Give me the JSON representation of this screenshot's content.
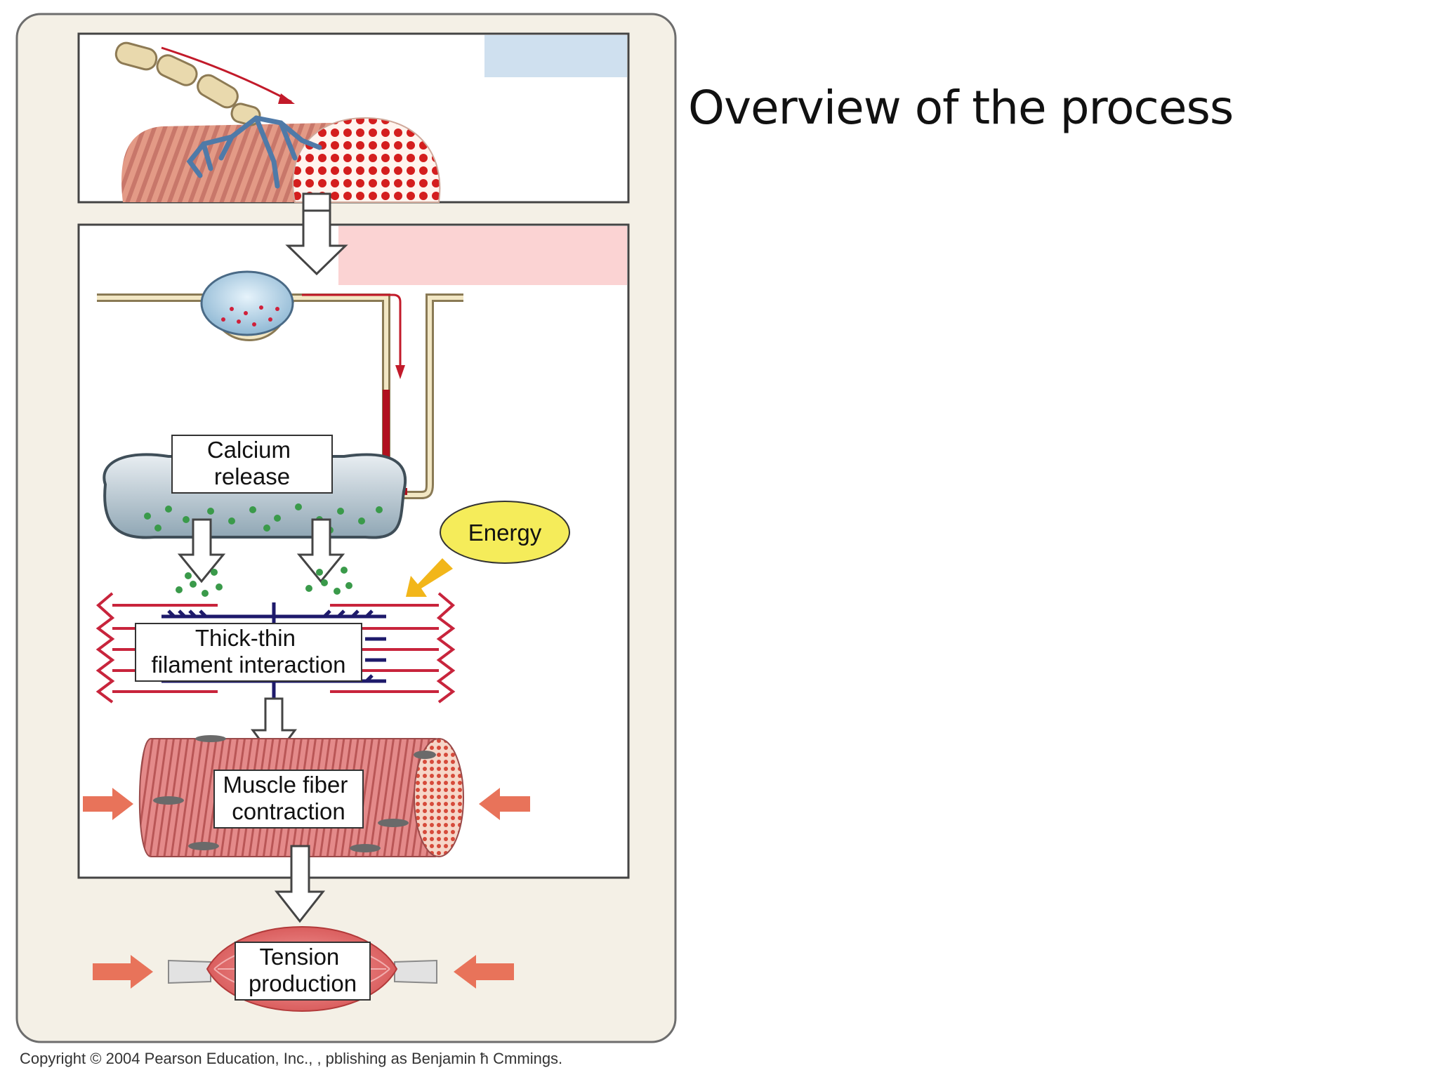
{
  "slide": {
    "title": "Overview of the process"
  },
  "figure": {
    "labels": {
      "calcium_release": [
        "Calcium",
        "release"
      ],
      "energy": "Energy",
      "filament_interaction": [
        "Thick-thin",
        "filament interaction"
      ],
      "fiber_contraction": [
        "Muscle fiber",
        "contraction"
      ],
      "tension_production": [
        "Tension",
        "production"
      ]
    },
    "copyright": "Copyright © 2004 Pearson Education, Inc., , pblishing as Benjamin ħ Cmmings."
  },
  "colors": {
    "panel_background": "#f4f0e6",
    "muscle_red": "#d96a6a",
    "thin_filament": "#c8243c",
    "thick_filament": "#1e1a6b",
    "calcium_green": "#3a9a4a",
    "energy_yellow": "#f5ec5a",
    "label_blue_box": "#cfe0ef",
    "label_pink_box": "#fbd3d3"
  }
}
